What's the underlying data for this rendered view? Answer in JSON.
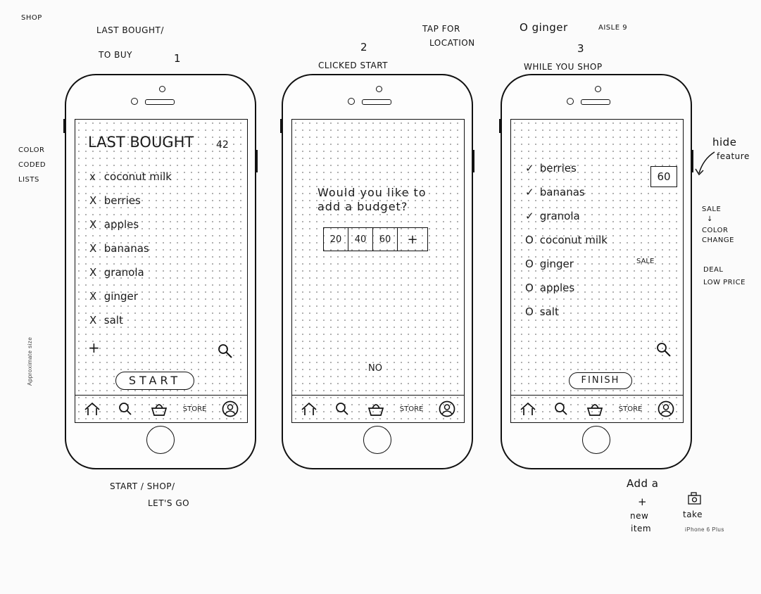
{
  "annotations": {
    "shop": "SHOP",
    "last_bought_1": "LAST BOUGHT/",
    "last_bought_2": "TO BUY",
    "num1": "1",
    "num2": "2",
    "clicked_start": "CLICKED START",
    "tap_for_1": "TAP FOR",
    "tap_for_2": "LOCATION",
    "ginger_note": "O ginger",
    "aisle": "AISLE 9",
    "num3": "3",
    "while_shop": "WHILE YOU SHOP",
    "color_1": "COLOR",
    "color_2": "CODED",
    "color_3": "LISTS",
    "hide_1": "hide",
    "hide_2": "feature",
    "sale_1": "SALE",
    "sale_arrow": "↓",
    "sale_2": "COLOR",
    "sale_3": "CHANGE",
    "deal_1": "DEAL",
    "deal_2": "LOW PRICE",
    "approx": "Approximate size",
    "start_1": "START / SHOP/",
    "start_2": "LET'S GO",
    "add_a": "Add a",
    "plus": "+",
    "new_1": "new",
    "new_2": "item",
    "take": "take",
    "iphone": "iPhone 6 Plus"
  },
  "phone1": {
    "title": "LAST BOUGHT",
    "count": "42",
    "items": [
      {
        "mark": "x",
        "label": "coconut milk"
      },
      {
        "mark": "X",
        "label": "berries"
      },
      {
        "mark": "X",
        "label": "apples"
      },
      {
        "mark": "X",
        "label": "bananas"
      },
      {
        "mark": "X",
        "label": "granola"
      },
      {
        "mark": "X",
        "label": "ginger"
      },
      {
        "mark": "X",
        "label": "salt"
      }
    ],
    "add": "+",
    "start_label": "START"
  },
  "phone2": {
    "question_1": "Would you like to",
    "question_2": "add a budget?",
    "budgets": [
      "20",
      "40",
      "60",
      "+"
    ],
    "no_label": "NO"
  },
  "phone3": {
    "budget_value": "60",
    "items": [
      {
        "mark": "✓",
        "label": "berries"
      },
      {
        "mark": "✓",
        "label": "bananas"
      },
      {
        "mark": "✓",
        "label": "granola"
      },
      {
        "mark": "O",
        "label": "coconut milk"
      },
      {
        "mark": "O",
        "label": "ginger"
      },
      {
        "mark": "O",
        "label": "apples"
      },
      {
        "mark": "O",
        "label": "salt"
      }
    ],
    "sale_tag": "SALE",
    "finish_label": "FINISH"
  },
  "tabbar": {
    "store_label": "STORE"
  }
}
